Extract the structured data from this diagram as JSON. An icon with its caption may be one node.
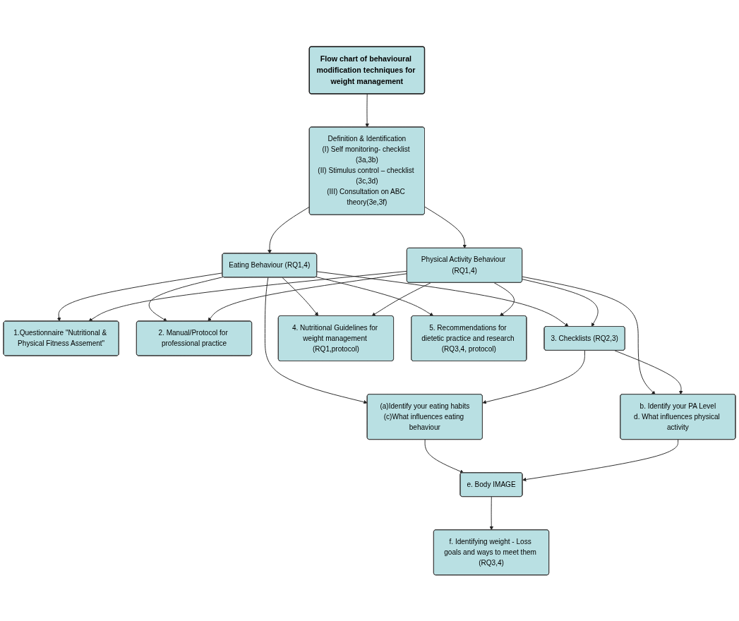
{
  "diagram": {
    "nodes": [
      {
        "text": [
          "Flow chart of behavioural modification techniques for weight management"
        ]
      },
      {
        "text": [
          "Definition & Identification",
          "(I) Self monitoring- checklist (3a,3b)",
          "(II) Stimulus control – checklist (3c,3d)",
          "(III) Consultation on ABC theory(3e,3f)"
        ]
      },
      {
        "text": [
          "Eating Behaviour (RQ1,4)"
        ]
      },
      {
        "text": [
          "Physical Activity Behaviour (RQ1,4)"
        ]
      },
      {
        "text": [
          "1.Questionnaire \"Nutritional & Physical Fitness Assement\""
        ]
      },
      {
        "text": [
          "2. Manual/Protocol for professional practice"
        ]
      },
      {
        "text": [
          "3. Checklists (RQ2,3)"
        ]
      },
      {
        "text": [
          "4. Nutritional Guidelines for weight management (RQ1,protocol)"
        ]
      },
      {
        "text": [
          "5. Recommendations for dietetic practice and research (RQ3,4, protocol)"
        ]
      },
      {
        "text": [
          "(a)Identify your eating habits",
          "(c)What influences eating behaviour"
        ]
      },
      {
        "text": [
          "b. Identify your PA Level",
          "d. What influences physical activity"
        ]
      },
      {
        "text": [
          "e. Body IMAGE"
        ]
      },
      {
        "text": [
          "f. Identifying weight - Loss goals and ways to meet them (RQ3,4)"
        ]
      }
    ],
    "edges": [
      {
        "from": 0,
        "to": 1,
        "arrow": "to"
      },
      {
        "from": 1,
        "to": 2,
        "arrow": "to"
      },
      {
        "from": 1,
        "to": 3,
        "arrow": "to"
      },
      {
        "from": 2,
        "to": 9,
        "arrow": "to"
      },
      {
        "from": 3,
        "to": 10,
        "arrow": "to"
      },
      {
        "from": 2,
        "to": 4,
        "arrow": "to"
      },
      {
        "from": 2,
        "to": 5,
        "arrow": "to"
      },
      {
        "from": 2,
        "to": 6,
        "arrow": "to"
      },
      {
        "from": 2,
        "to": 7,
        "arrow": "to"
      },
      {
        "from": 2,
        "to": 8,
        "arrow": "to"
      },
      {
        "from": 3,
        "to": 4,
        "arrow": "to"
      },
      {
        "from": 3,
        "to": 5,
        "arrow": "to"
      },
      {
        "from": 3,
        "to": 6,
        "arrow": "to"
      },
      {
        "from": 3,
        "to": 7,
        "arrow": "to"
      },
      {
        "from": 3,
        "to": 8,
        "arrow": "to"
      },
      {
        "from": 6,
        "to": 9,
        "arrow": "to"
      },
      {
        "from": 6,
        "to": 10,
        "arrow": "to"
      },
      {
        "from": 9,
        "to": 11,
        "arrow": "to"
      },
      {
        "from": 10,
        "to": 11,
        "arrow": "to"
      },
      {
        "from": 11,
        "to": 12,
        "arrow": "to"
      }
    ]
  }
}
